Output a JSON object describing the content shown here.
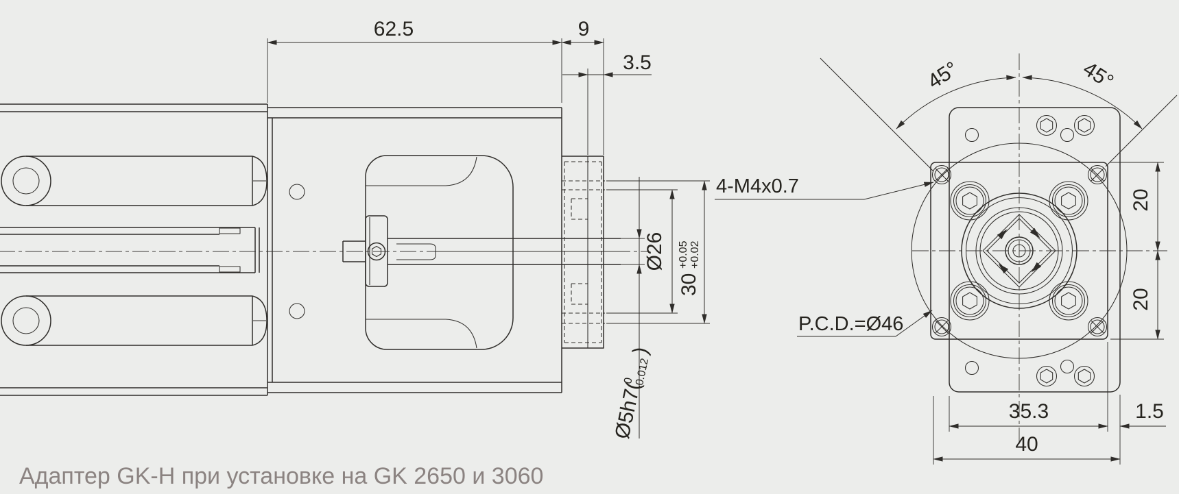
{
  "caption": "Адаптер GK-H при установке на GK 2650 и 3060",
  "colors": {
    "background": "#ecedeb",
    "line": "#2f2d2a",
    "dimension_text": "#26241f",
    "caption_text": "#8b8381"
  },
  "side_view": {
    "length": "62.5",
    "adapter_width": "9",
    "boss_width": "3.5",
    "pilot_dia": "Ø26",
    "recess_dia": "30",
    "recess_tol_upper": "+0.05",
    "recess_tol_lower": "+0.02",
    "shaft_callout": "Ø5h7(",
    "shaft_tol_upper": "0",
    "shaft_tol_lower": "-0.012",
    "shaft_callout_close": ")"
  },
  "end_view": {
    "angle_left": "45°",
    "angle_right": "45°",
    "thread_callout": "4-M4x0.7",
    "pcd_callout": "P.C.D.=Ø46",
    "offset_upper": "20",
    "offset_lower": "20",
    "span": "35.3",
    "width": "40",
    "plate_offset": "1.5"
  }
}
